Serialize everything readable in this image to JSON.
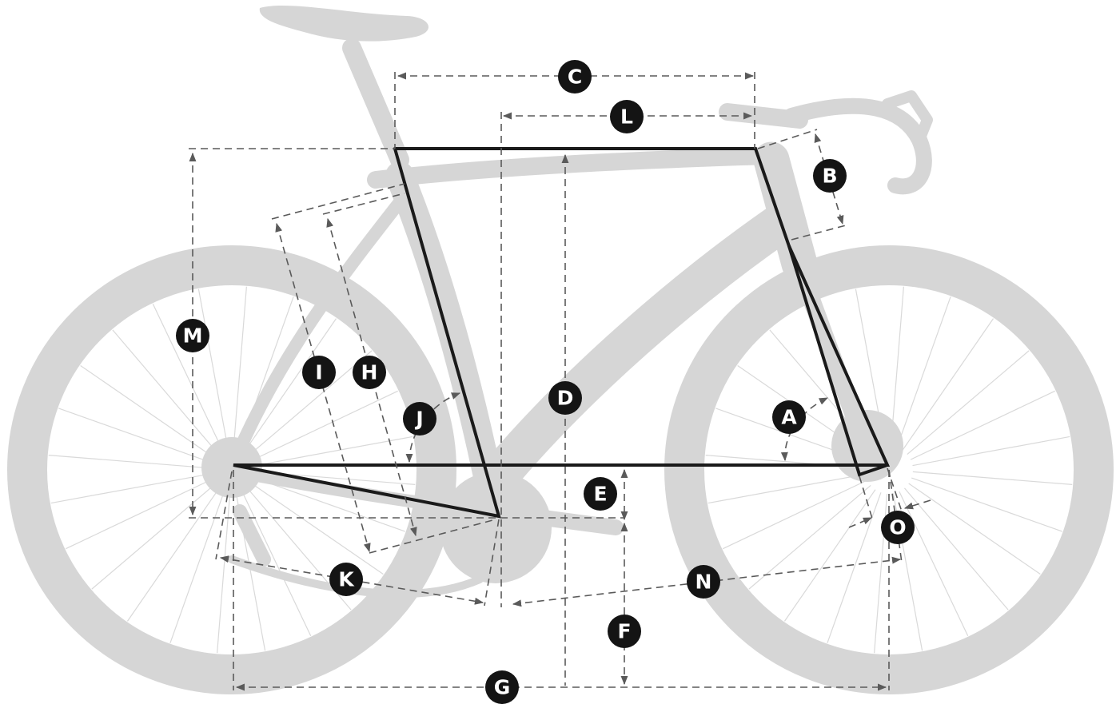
{
  "colors": {
    "silhouette": "#d6d6d6",
    "frame": "#1a1a1a",
    "dimension_line": "#5a5a5a",
    "badge_fill": "#141414",
    "badge_text": "#ffffff"
  },
  "labels": {
    "A": "A",
    "B": "B",
    "C": "C",
    "D": "D",
    "E": "E",
    "F": "F",
    "G": "G",
    "H": "H",
    "I": "I",
    "J": "J",
    "K": "K",
    "L": "L",
    "M": "M",
    "N": "N",
    "O": "O"
  }
}
